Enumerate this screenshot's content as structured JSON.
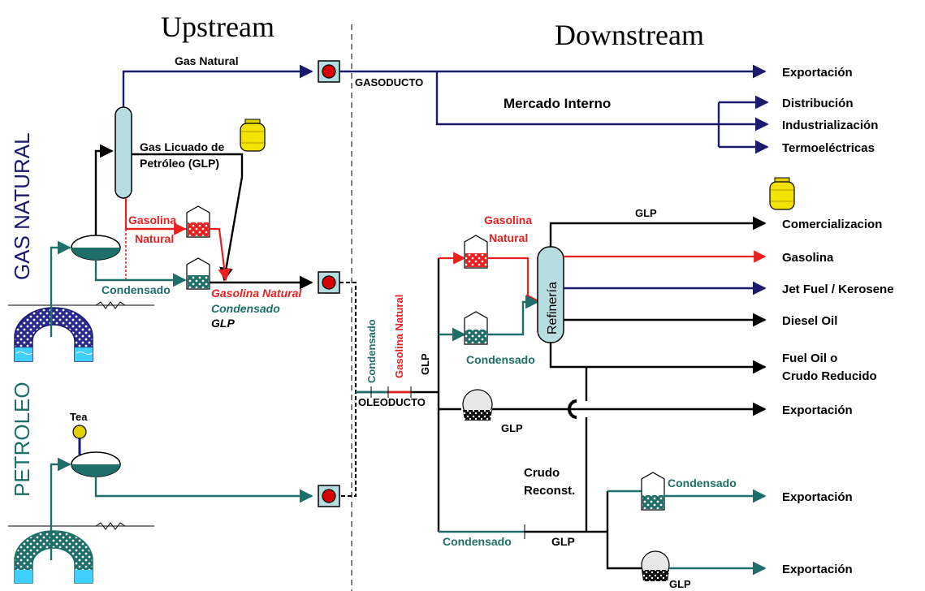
{
  "headings": {
    "upstream": "Upstream",
    "downstream": "Downstream",
    "gas_natural_side": "GAS NATURAL",
    "petroleo_side": "PETROLEO"
  },
  "upstream": {
    "gas_natural": "Gas Natural",
    "glp_line1": "Gas Licuado de",
    "glp_line2": "Petróleo (GLP)",
    "gasolina_line1": "Gasolina",
    "gasolina_line2": "Natural",
    "condensado": "Condensado",
    "mix_gasolina": "Gasolina Natural",
    "mix_condensado": "Condensado",
    "mix_glp": "GLP",
    "tea": "Tea"
  },
  "pipelines": {
    "gasoducto": "GASODUCTO",
    "oleoducto": "OLEODUCTO",
    "v_condensado": "Condensado",
    "v_gasolina": "Gasolina Natural",
    "v_glp": "GLP"
  },
  "downstream": {
    "mercado_interno": "Mercado Interno",
    "exportacion_gas": "Exportación",
    "distribucion": "Distribución",
    "industrializacion": "Industrialización",
    "termoelectricas": "Termoeléctricas",
    "gasolina_line1": "Gasolina",
    "gasolina_line2": "Natural",
    "glp_top": "GLP",
    "refineria": "Refinería",
    "condensado_tank": "Condensado",
    "comercializacion": "Comercializacion",
    "gasolina_out": "Gasolina",
    "jet_fuel": "Jet Fuel / Kerosene",
    "diesel": "Diesel Oil",
    "fuel_oil_line1": "Fuel Oil o",
    "fuel_oil_line2": "Crudo Reducido",
    "exportacion_glp": "Exportación",
    "glp_sphere": "GLP",
    "crudo_line1": "Crudo",
    "crudo_line2": "Reconst.",
    "condensado_bottom": "Condensado",
    "glp_bottom": "GLP",
    "condensado_tank2": "Condensado",
    "exportacion_cond": "Exportación",
    "exportacion_last": "Exportación",
    "glp_sphere2": "GLP"
  },
  "colors": {
    "gas_line": "#1a1a6e",
    "gasolina_line": "#e82020",
    "condensado_line": "#1e6e6a",
    "glp_line": "#000000",
    "side_label_gas": "#1a1a6e",
    "side_label_petroleo": "#1e6e6a",
    "column_fill": "#b8dde0",
    "valve_fill": "#d60000"
  }
}
